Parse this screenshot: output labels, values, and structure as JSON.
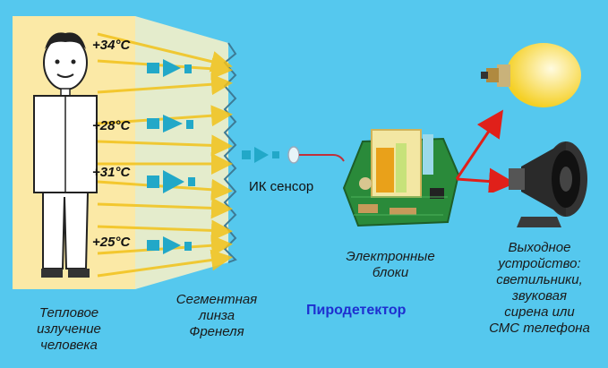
{
  "colors": {
    "background": "#55c8ee",
    "person_panel": "#fbe9a6",
    "lens_panel": "#f4f0c8",
    "arrow": "#f2c21a",
    "segment": "#22a8c8",
    "board": "#2a8a3a",
    "output_arrow": "#e0201a",
    "label_blue": "#1e2fd0"
  },
  "temperatures": [
    "+34°C",
    "+28°C",
    "+31°C",
    "+25°C"
  ],
  "labels": {
    "sensor": "ИК сенсор",
    "pyrodetector": "Пиродетектор",
    "body_heat": [
      "Тепловое",
      "излучение",
      "человека"
    ],
    "fresnel_lens": [
      "Сегментная",
      "линза",
      "Френеля"
    ],
    "electronics": [
      "Электронные",
      "блоки"
    ],
    "output": [
      "Выходное",
      "устройство:",
      "светильники,",
      "звуковая",
      "сирена или",
      "СМС телефона"
    ]
  },
  "icons": {
    "person": "person-icon",
    "lens": "fresnel-lens-icon",
    "sensor": "ir-sensor-icon",
    "board": "circuit-board-icon",
    "bulb": "light-bulb-icon",
    "siren": "siren-icon"
  }
}
